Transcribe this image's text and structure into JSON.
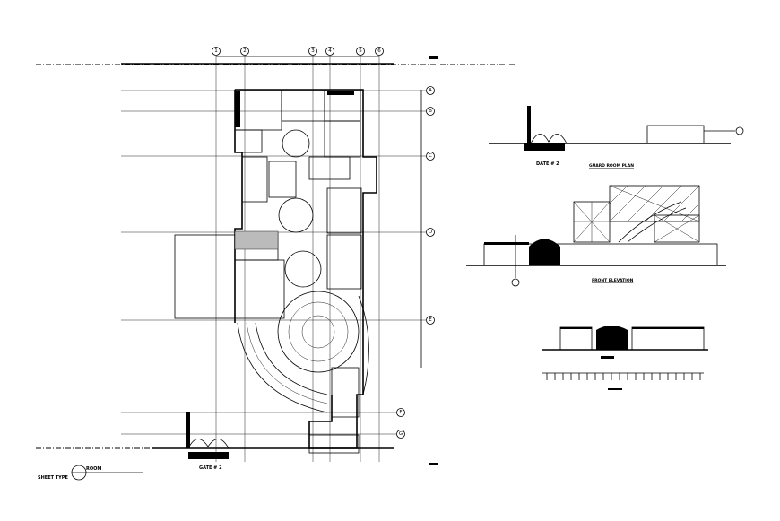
{
  "drawing": {
    "grid_columns": [
      "1",
      "2",
      "3",
      "4",
      "5",
      "6"
    ],
    "grid_rows": [
      "A",
      "B",
      "C",
      "D",
      "E",
      "F",
      "G"
    ],
    "gate_label_plan": "GATE # 2",
    "gate_label_guard": "DATE # 2",
    "guard_room_title": "GUARD ROOM PLAN",
    "front_elevation_title": "FRONT ELEVATION",
    "title_block": {
      "line1": "ROOM",
      "line2": "SHEET TYPE"
    },
    "line_color": "#000000",
    "background": "#ffffff"
  }
}
